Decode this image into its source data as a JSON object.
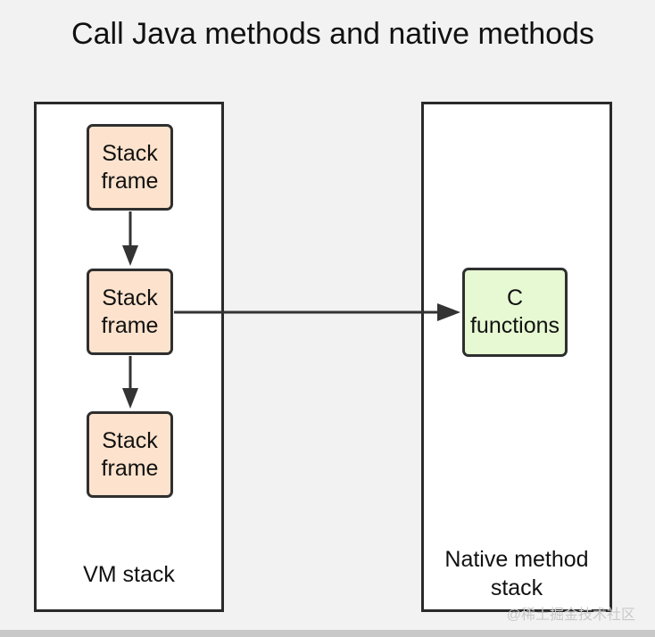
{
  "diagram": {
    "title": "Call Java methods and native methods",
    "vm_stack": {
      "label": "VM stack",
      "frames": [
        {
          "line1": "Stack",
          "line2": "frame"
        },
        {
          "line1": "Stack",
          "line2": "frame"
        },
        {
          "line1": "Stack",
          "line2": "frame"
        }
      ]
    },
    "native_stack": {
      "label_line1": "Native method",
      "label_line2": "stack",
      "node": {
        "line1": "C",
        "line2": "functions"
      }
    }
  },
  "colors": {
    "background": "#f2f2f2",
    "frame_fill": "#fde3cd",
    "c_function_fill": "#e6f9d2",
    "border": "#2a2a2a",
    "arrow": "#333333"
  },
  "watermark": "@稀土掘金技术社区"
}
